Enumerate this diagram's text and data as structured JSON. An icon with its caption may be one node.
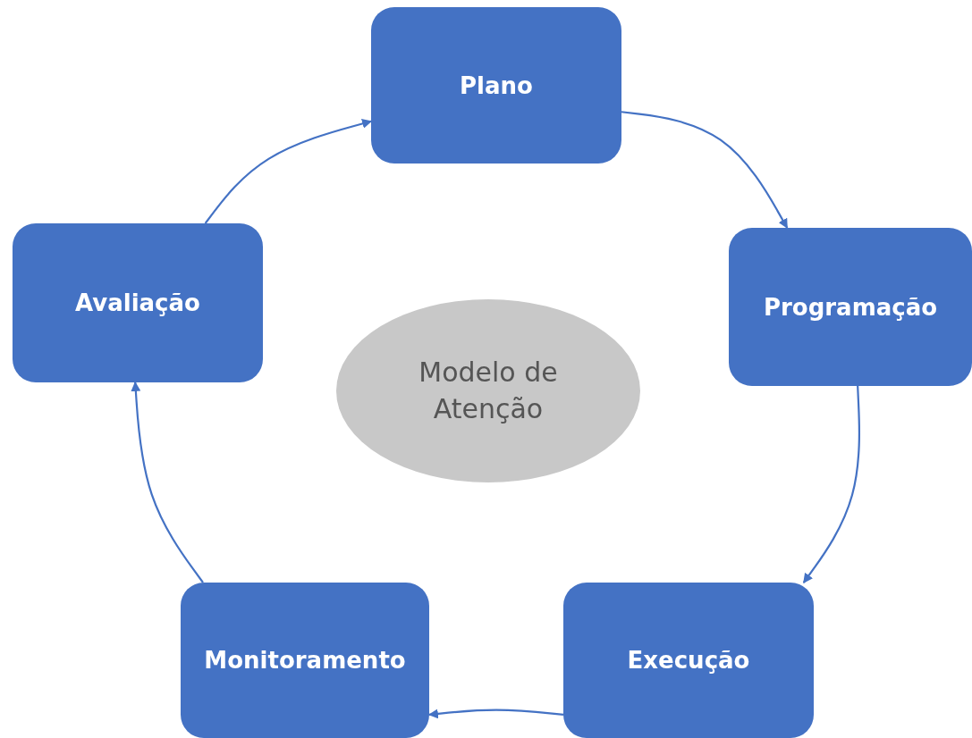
{
  "diagram": {
    "nodes": [
      {
        "text": [
          "Plano"
        ]
      },
      {
        "text": [
          "Programação"
        ]
      },
      {
        "text": [
          "Execução"
        ]
      },
      {
        "text": [
          "Monitoramento"
        ]
      },
      {
        "text": [
          "Avaliação"
        ]
      },
      {
        "text": [
          "Modelo de Atenção"
        ]
      }
    ],
    "edges": [
      {
        "from": 0,
        "to": 1,
        "arrow": "to"
      },
      {
        "from": 1,
        "to": 2,
        "arrow": "to"
      },
      {
        "from": 2,
        "to": 3,
        "arrow": "to"
      },
      {
        "from": 3,
        "to": 4,
        "arrow": "to"
      },
      {
        "from": 4,
        "to": 0,
        "arrow": "to"
      }
    ]
  }
}
